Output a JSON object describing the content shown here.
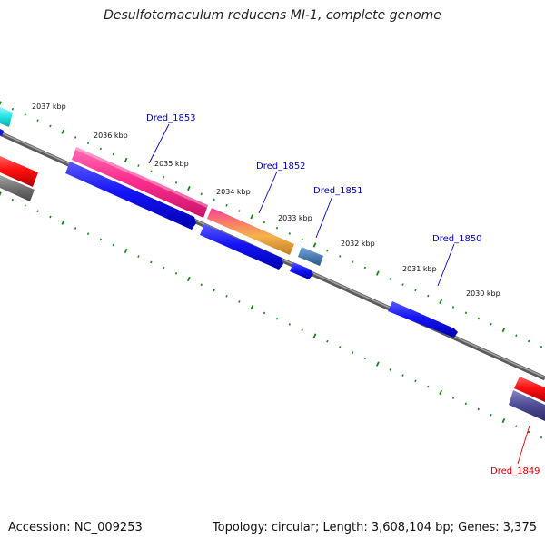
{
  "title": "Desulfotomaculum reducens MI-1, complete genome",
  "footer": {
    "accession": "Accession: NC_009253",
    "summary": "Topology: circular; Length: 3,608,104 bp; Genes: 3,375"
  },
  "ticks": [
    "2037 kbp",
    "2036 kbp",
    "2035 kbp",
    "2034 kbp",
    "2033 kbp",
    "2032 kbp",
    "2031 kbp",
    "2030 kbp"
  ],
  "gene_labels": [
    {
      "name": "Dred_1853",
      "color": "#0000b4"
    },
    {
      "name": "Dred_1852",
      "color": "#0000b4"
    },
    {
      "name": "Dred_1851",
      "color": "#0000b4"
    },
    {
      "name": "Dred_1850",
      "color": "#0000b4"
    },
    {
      "name": "Dred_1849",
      "color": "#e00000"
    }
  ],
  "colors": {
    "cds": "#1010ee",
    "rna": "#ff1f1f",
    "pink": "#ff2f8f",
    "orange": "#f6a23a",
    "steel": "#4a7eb5",
    "cyan": "#21e3e3",
    "gray": "#777777",
    "slate": "#4c4a92",
    "ticks": "#118811",
    "backbone": "#7a7a7a"
  }
}
